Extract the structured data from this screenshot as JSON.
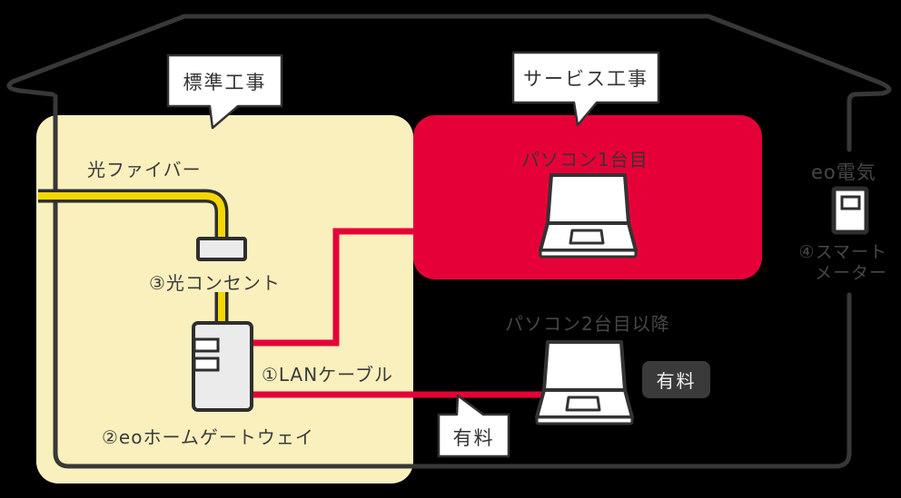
{
  "diagram_title": "eo home installation diagram",
  "bubbles": {
    "standard_label": "標準工事",
    "service_label": "サービス工事",
    "paid_label": "有料"
  },
  "cables": {
    "fiber_label": "光ファイバー",
    "lan_label": "①LANケーブル"
  },
  "devices": {
    "optical_outlet_label": "③光コンセント",
    "gateway_label": "②eoホームゲートウェイ",
    "pc1_label": "パソコン1台目",
    "pc2_label": "パソコン2台目以降",
    "electric_label": "eo電気",
    "smart_meter_line1": "④スマート",
    "smart_meter_line2": "メーター"
  },
  "badges": {
    "paid_badge_label": "有料"
  },
  "colors": {
    "background": "#000000",
    "house_line": "#383838",
    "panel_yellow": "#FAF0BE",
    "panel_red": "#E60038",
    "fiber_yellow": "#F4D600",
    "cable_red": "#E60038",
    "device_fill": "#EBEBEB",
    "device_outline": "#2E2E2E",
    "badge_dark": "#3A3A3A",
    "bubble_fill": "#FFFFFF"
  }
}
